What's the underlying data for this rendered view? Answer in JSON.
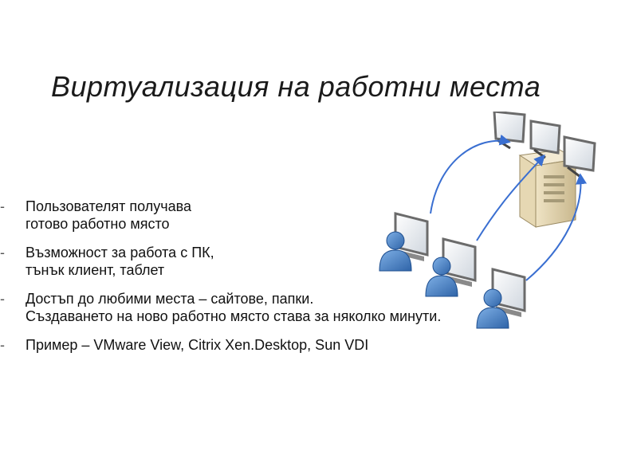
{
  "slide": {
    "title": "Виртуализация на работни места",
    "bullets": [
      {
        "marker": "-",
        "text": "Пользователят получава\nготово работно място"
      },
      {
        "marker": "-",
        "text": "Възможност за работа с  ПК,\nтънък клиент, таблет"
      },
      {
        "marker": "-",
        "text": "Достъп до любими места – сайтове, папки.\nСъздаването на ново работно място става за няколко минути."
      },
      {
        "marker": "-",
        "text": "Пример – VMware View, Citrix Xen.Desktop, Sun VDI"
      }
    ]
  },
  "colors": {
    "arrow": "#3a6fd1",
    "user": "#4f86c6",
    "monitor_frame": "#6b6b6b",
    "server": "#d8c8a0"
  },
  "icons": [
    "server-icon",
    "monitor-icon",
    "user-icon",
    "arrow-icon"
  ]
}
